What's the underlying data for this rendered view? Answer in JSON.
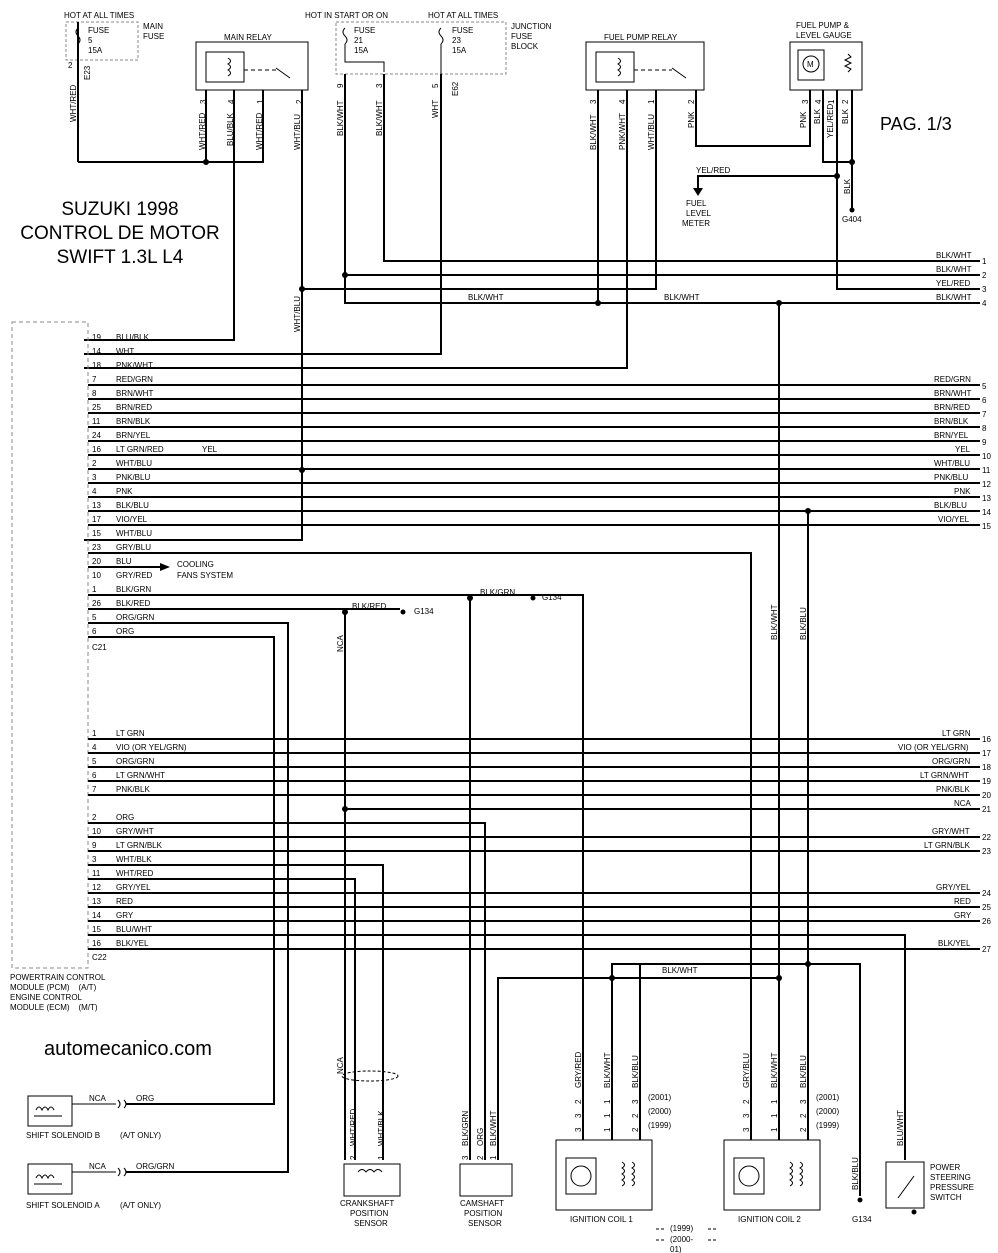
{
  "header": {
    "title_line1": "SUZUKI 1998",
    "title_line2": "CONTROL DE MOTOR",
    "title_line3": "SWIFT 1.3L L4",
    "page_label": "PAG. 1/3",
    "website": "automecanico.com"
  },
  "power": {
    "hot_at_all_times_1": "HOT AT ALL TIMES",
    "hot_start_or_on": "HOT IN START OR ON",
    "hot_at_all_times_2": "HOT AT ALL TIMES",
    "main_fuse": [
      "MAIN",
      "FUSE"
    ],
    "junction_block": [
      "JUNCTION",
      "FUSE",
      "BLOCK"
    ],
    "fuse5": [
      "FUSE",
      "5",
      "15A"
    ],
    "fuse21": [
      "FUSE",
      "21",
      "15A"
    ],
    "fuse23": [
      "FUSE",
      "23",
      "15A"
    ],
    "conn_e23": "E23",
    "conn_e62": "E62"
  },
  "relays": {
    "main_relay": "MAIN  RELAY",
    "fuel_pump_relay": "FUEL PUMP  RELAY",
    "fuel_gauge": [
      "FUEL PUMP &",
      "LEVEL GAUGE"
    ],
    "motor_symbol": "M",
    "fuel_level_meter": [
      "FUEL",
      "LEVEL",
      "METER"
    ],
    "ground_g404": "G404"
  },
  "vertical_wires": {
    "wht_red_fuse5": "WHT/RED",
    "main_relay": [
      "WHT/RED",
      "BLU/BLK",
      "WHT/RED",
      "WHT/BLU"
    ],
    "main_relay_pins": [
      "3",
      "4",
      "1",
      "2"
    ],
    "fuse21_pins": [
      "9",
      "3"
    ],
    "blk_wht_fuse21": "BLK/WHT",
    "blk_wht_fuse21b": "BLK/WHT",
    "wht_fuse23": "WHT",
    "fuse23_pin": "5",
    "fuel_relay": [
      "BLK/WHT",
      "PNK/WHT",
      "WHT/BLU",
      "PNK"
    ],
    "fuel_relay_pins": [
      "3",
      "4",
      "1",
      "2"
    ],
    "gauge": [
      "PNK",
      "BLK",
      "YEL/RED",
      "BLK"
    ],
    "gauge_pins": [
      "3",
      "4",
      "1",
      "2"
    ],
    "blk_g404": "BLK",
    "yel_red": "YEL/RED",
    "wht_blu_down": "WHT/BLU",
    "nca": "NCA",
    "blk_wht_down": "BLK/WHT",
    "blk_blu_down": "BLK/BLU"
  },
  "right_wires": [
    {
      "label": "BLK/WHT",
      "num": "1"
    },
    {
      "label": "BLK/WHT",
      "num": "2"
    },
    {
      "label": "YEL/RED",
      "num": "3"
    },
    {
      "label": "BLK/WHT",
      "num": "4"
    }
  ],
  "c21": {
    "connector": "C21",
    "pins": [
      {
        "pin": "19",
        "label": "BLU/BLK"
      },
      {
        "pin": "14",
        "label": "WHT"
      },
      {
        "pin": "18",
        "label": "PNK/WHT"
      },
      {
        "pin": "7",
        "label": "RED/GRN",
        "right": "RED/GRN",
        "num": "5"
      },
      {
        "pin": "8",
        "label": "BRN/WHT",
        "right": "BRN/WHT",
        "num": "6"
      },
      {
        "pin": "25",
        "label": "BRN/RED",
        "right": "BRN/RED",
        "num": "7"
      },
      {
        "pin": "11",
        "label": "BRN/BLK",
        "right": "BRN/BLK",
        "num": "8"
      },
      {
        "pin": "24",
        "label": "BRN/YEL",
        "right": "BRN/YEL",
        "num": "9"
      },
      {
        "pin": "16",
        "label": "LT GRN/RED",
        "right": "YEL",
        "num": "10"
      },
      {
        "pin": "2",
        "label": "WHT/BLU",
        "right": "WHT/BLU",
        "num": "11"
      },
      {
        "pin": "3",
        "label": "PNK/BLU",
        "right": "PNK/BLU",
        "num": "12"
      },
      {
        "pin": "4",
        "label": "PNK",
        "right": "PNK",
        "num": "13"
      },
      {
        "pin": "13",
        "label": "BLK/BLU",
        "right": "BLK/BLU",
        "num": "14"
      },
      {
        "pin": "17",
        "label": "VIO/YEL",
        "right": "VIO/YEL",
        "num": "15"
      },
      {
        "pin": "15",
        "label": "WHT/BLU"
      },
      {
        "pin": "23",
        "label": "GRY/BLU"
      },
      {
        "pin": "20",
        "label": "BLU"
      },
      {
        "pin": "10",
        "label": "GRY/RED"
      },
      {
        "pin": "1",
        "label": "BLK/GRN"
      },
      {
        "pin": "26",
        "label": "BLK/RED"
      },
      {
        "pin": "5",
        "label": "ORG/GRN"
      },
      {
        "pin": "6",
        "label": "ORG"
      }
    ],
    "yel_mid": "YEL",
    "cooling": [
      "COOLING",
      "FANS SYSTEM"
    ],
    "blk_grn_mid": "BLK/GRN",
    "g134_a": "G134",
    "blk_red_mid": "BLK/RED",
    "g134_b": "G134",
    "nca_down": "NCA"
  },
  "c22": {
    "connector": "C22",
    "pins": [
      {
        "pin": "1",
        "label": "LT GRN",
        "right": "LT GRN",
        "num": "16"
      },
      {
        "pin": "4",
        "label": "VIO (OR YEL/GRN)",
        "right": "VIO (OR YEL/GRN)",
        "num": "17"
      },
      {
        "pin": "5",
        "label": "ORG/GRN",
        "right": "ORG/GRN",
        "num": "18"
      },
      {
        "pin": "6",
        "label": "LT GRN/WHT",
        "right": "LT GRN/WHT",
        "num": "19"
      },
      {
        "pin": "7",
        "label": "PNK/BLK",
        "right": "PNK/BLK",
        "num": "20"
      },
      {
        "pin": "",
        "label": "",
        "right": "NCA",
        "num": "21"
      },
      {
        "pin": "2",
        "label": "ORG"
      },
      {
        "pin": "10",
        "label": "GRY/WHT",
        "right": "GRY/WHT",
        "num": "22"
      },
      {
        "pin": "9",
        "label": "LT GRN/BLK",
        "right": "LT GRN/BLK",
        "num": "23"
      },
      {
        "pin": "3",
        "label": "WHT/BLK"
      },
      {
        "pin": "11",
        "label": "WHT/RED"
      },
      {
        "pin": "12",
        "label": "GRY/YEL",
        "right": "GRY/YEL",
        "num": "24"
      },
      {
        "pin": "13",
        "label": "RED",
        "right": "RED",
        "num": "25"
      },
      {
        "pin": "14",
        "label": "GRY",
        "right": "GRY",
        "num": "26"
      },
      {
        "pin": "15",
        "label": "BLU/WHT"
      },
      {
        "pin": "16",
        "label": "BLK/YEL",
        "right": "BLK/YEL",
        "num": "27"
      }
    ]
  },
  "pcm": {
    "label_lines": [
      "POWERTRAIN CONTROL",
      "MODULE (PCM)",
      "ENGINE CONTROL",
      "MODULE (ECM)"
    ],
    "at": "(A/T)",
    "mt": "(M/T)"
  },
  "bottom": {
    "blk_wht_bus": "BLK/WHT",
    "solenoid_b": "SHIFT SOLENOID B",
    "solenoid_a": "SHIFT SOLENOID A",
    "at_only_b": "(A/T ONLY)",
    "at_only_a": "(A/T ONLY)",
    "nca_b": "NCA",
    "org_b": "ORG",
    "nca_a": "NCA",
    "orggrn_a": "ORG/GRN",
    "nca_shield": "NCA",
    "crank_wires": [
      "WHT/RED",
      "WHT/BLK"
    ],
    "crank_pins": [
      "2",
      "1"
    ],
    "crank_label": [
      "CRANKSHAFT",
      "POSITION",
      "SENSOR"
    ],
    "cam_wires": [
      "BLK/GRN",
      "ORG",
      "BLK/WHT"
    ],
    "cam_pins": [
      "3",
      "2",
      "1"
    ],
    "cam_label": [
      "CAMSHAFT",
      "POSITION",
      "SENSOR"
    ],
    "coil1_wires": [
      "GRY/RED",
      "BLK/WHT",
      "BLK/BLU"
    ],
    "coil2_wires": [
      "GRY/BLU",
      "BLK/WHT",
      "BLK/BLU"
    ],
    "year_2001": "(2001)",
    "year_2000": "(2000)",
    "year_1999": "(1999)",
    "pins_2001": [
      "2",
      "1",
      "3"
    ],
    "pins_2000": [
      "3",
      "1",
      "2"
    ],
    "pins_1999": [
      "3",
      "1",
      "2"
    ],
    "coil1_label": "IGNITION COIL 1",
    "coil2_label": "IGNITION COIL 2",
    "blk_blu_g134": "BLK/BLU",
    "g134_c": "G134",
    "blu_wht_ps": "BLU/WHT",
    "ps_switch": [
      "POWER",
      "STEERING",
      "PRESSURE",
      "SWITCH"
    ],
    "legend_1999": "(1999)",
    "legend_2000": "(2000-",
    "legend_01": "01)"
  }
}
